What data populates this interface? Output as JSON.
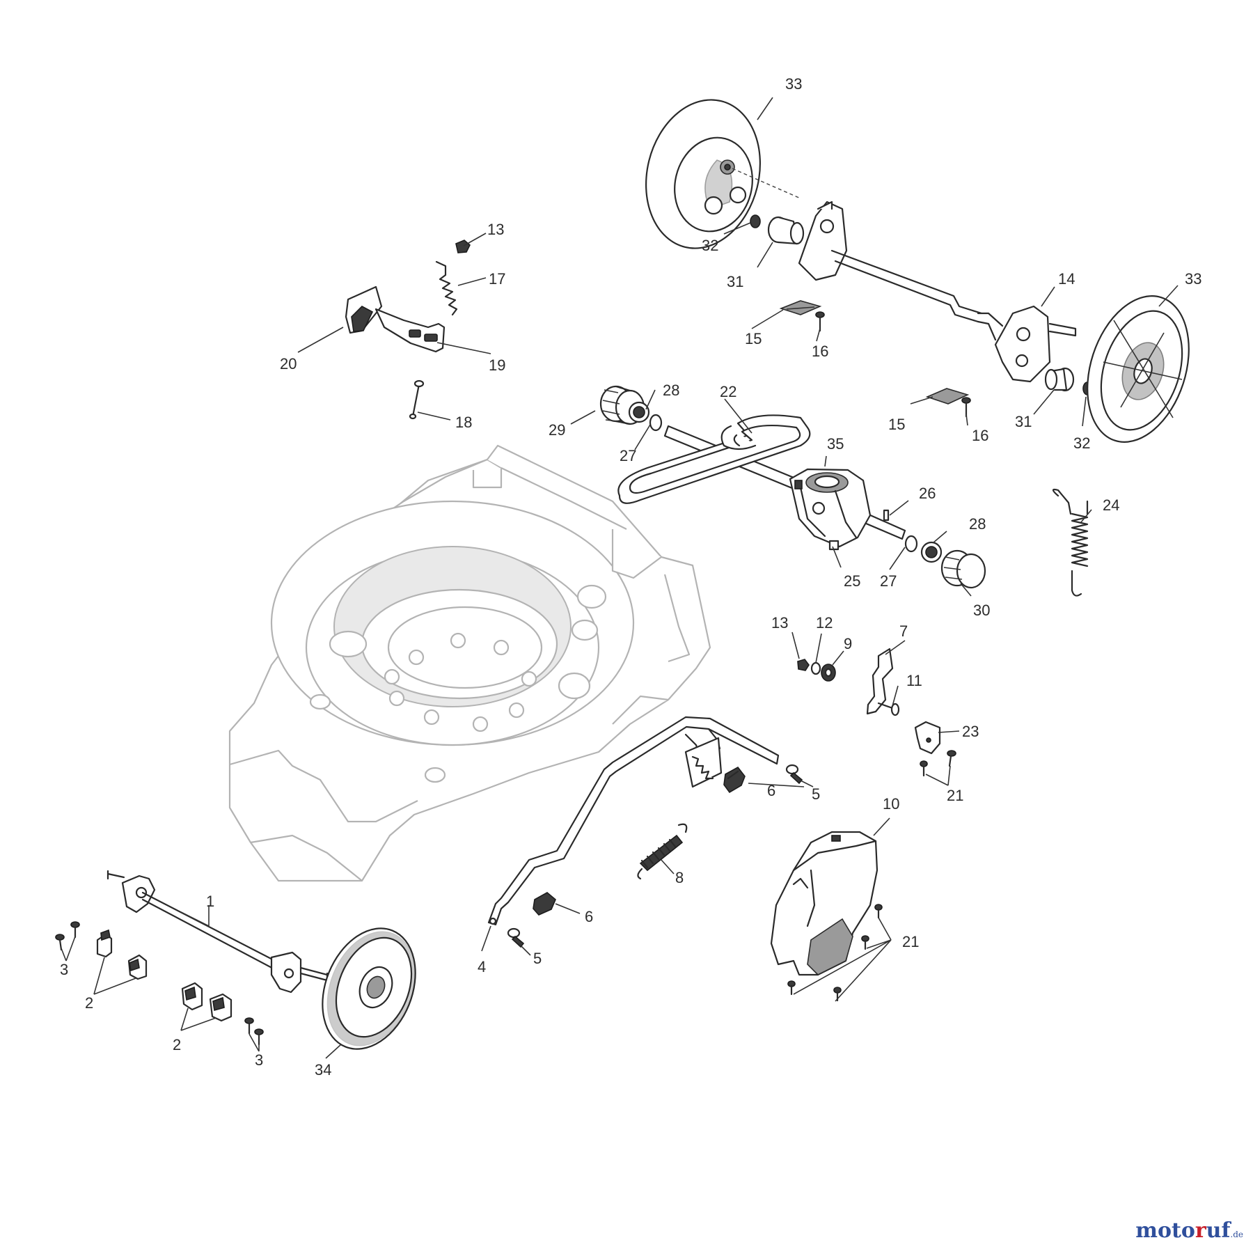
{
  "parts": {
    "p1": "1",
    "p2a": "2",
    "p2b": "2",
    "p3a": "3",
    "p3b": "3",
    "p4": "4",
    "p5a": "5",
    "p5b": "5",
    "p6a": "6",
    "p6b": "6",
    "p7": "7",
    "p8": "8",
    "p9": "9",
    "p10": "10",
    "p11": "11",
    "p12": "12",
    "p13a": "13",
    "p13b": "13",
    "p14": "14",
    "p15a": "15",
    "p15b": "15",
    "p16a": "16",
    "p16b": "16",
    "p17": "17",
    "p18": "18",
    "p19": "19",
    "p20": "20",
    "p21a": "21",
    "p21b": "21",
    "p22": "22",
    "p23": "23",
    "p24": "24",
    "p25": "25",
    "p26": "26",
    "p27a": "27",
    "p27b": "27",
    "p28a": "28",
    "p28b": "28",
    "p29": "29",
    "p30": "30",
    "p31a": "31",
    "p31b": "31",
    "p32a": "32",
    "p32b": "32",
    "p33a": "33",
    "p33b": "33",
    "p34": "34",
    "p35": "35"
  },
  "watermark": {
    "part1": "moto",
    "part2": "r",
    "part3": "uf",
    "suffix": ".de"
  }
}
